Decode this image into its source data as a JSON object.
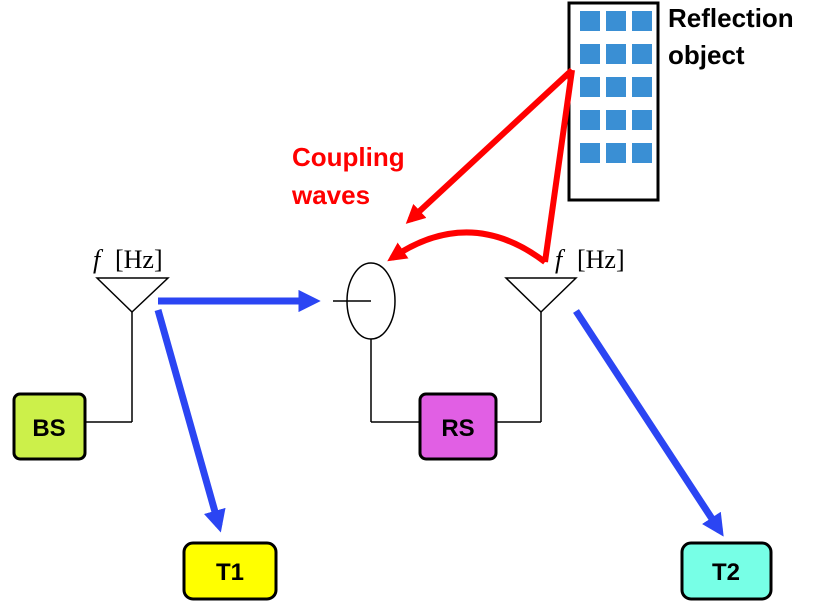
{
  "nodes": {
    "bs": {
      "label": "BS",
      "color": "#ccf04a"
    },
    "rs": {
      "label": "RS",
      "color": "#e15fe4"
    },
    "t1": {
      "label": "T1",
      "color": "#ffff00"
    },
    "t2": {
      "label": "T2",
      "color": "#77ffe6"
    }
  },
  "antennas": {
    "bs_freq": {
      "symbol": "f",
      "unit": "[Hz]"
    },
    "rs_freq": {
      "symbol": "f",
      "unit": "[Hz]"
    }
  },
  "annotations": {
    "coupling_line1": "Coupling",
    "coupling_line2": "waves",
    "reflection_line1": "Reflection",
    "reflection_line2": "object"
  },
  "colors": {
    "signal": "#2b45f3",
    "coupling": "#ff0000",
    "building_window": "#3a8fd4",
    "line": "#000000"
  }
}
